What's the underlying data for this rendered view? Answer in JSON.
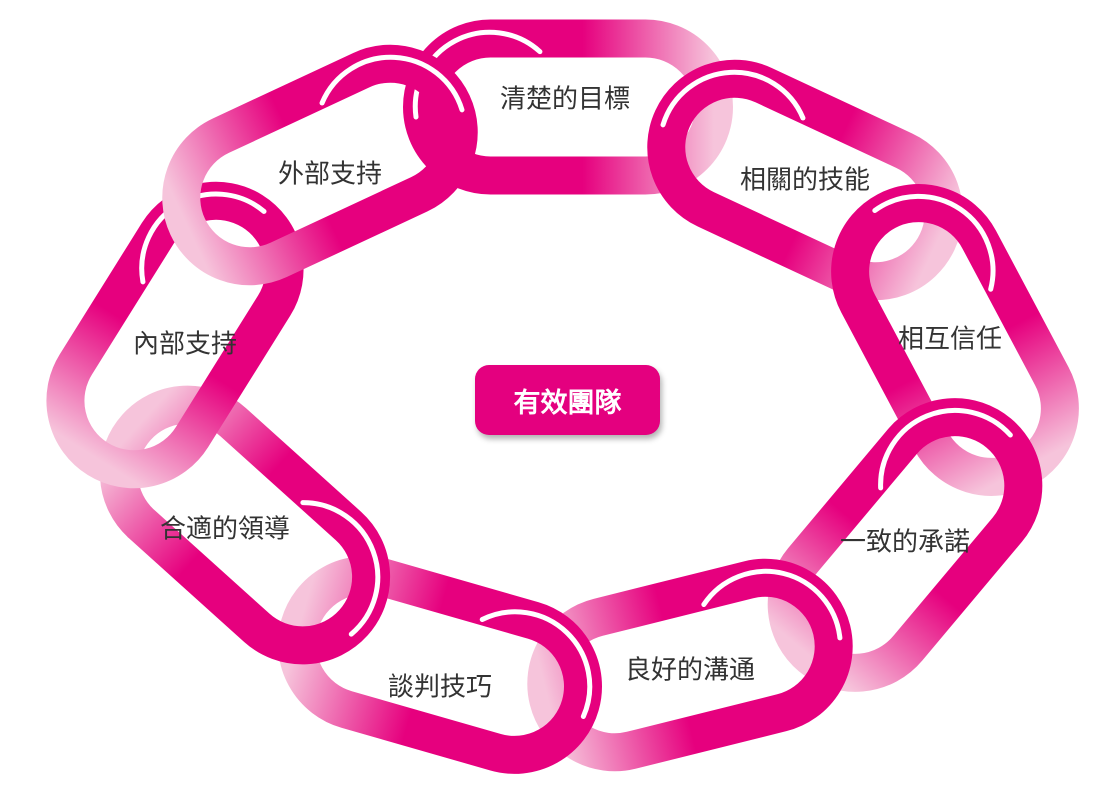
{
  "center": {
    "label": "有效團隊"
  },
  "links": [
    {
      "label": "清楚的目標"
    },
    {
      "label": "相關的技能"
    },
    {
      "label": "相互信任"
    },
    {
      "label": "一致的承諾"
    },
    {
      "label": "良好的溝通"
    },
    {
      "label": "談判技巧"
    },
    {
      "label": "合適的領導"
    },
    {
      "label": "內部支持"
    },
    {
      "label": "外部支持"
    }
  ],
  "colors": {
    "link_dark": "#e6007e",
    "link_light": "#f6c4db",
    "center_bg": "#e4007f"
  }
}
